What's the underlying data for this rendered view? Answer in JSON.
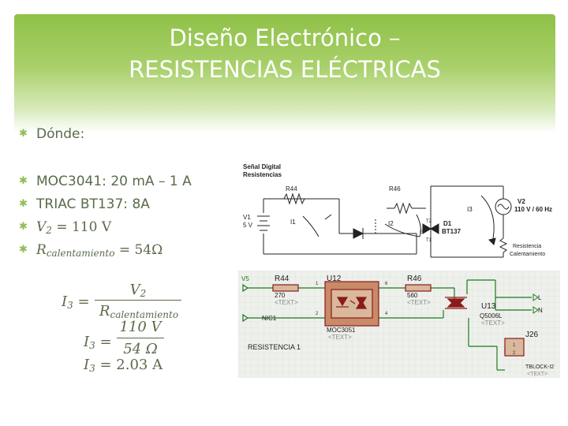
{
  "slide": {
    "title_line1": "Diseño Electrónico –",
    "title_line2": "RESISTENCIAS ELÉCTRICAS",
    "donde": "Dónde:",
    "bullets": [
      {
        "text": "MOC3041: 20 mA – 1 A"
      },
      {
        "text": "TRIAC BT137: 8A"
      },
      {
        "text_var": "V",
        "text_sub": "2",
        "text_rest": " = 110 V"
      },
      {
        "text_var": "R",
        "text_sub": "calentamiento",
        "text_rest": " = 54Ω"
      }
    ],
    "equations": {
      "e1_lhs": "I",
      "e1_lhs_sub": "3",
      "e1_eq": "=",
      "e1_num": "V",
      "e1_num_sub": "2",
      "e1_den": "R",
      "e1_den_sub": "calentamiento",
      "e2_lhs": "I",
      "e2_lhs_sub": "3",
      "e2_eq": "=",
      "e2_num": "110 V",
      "e2_den": "54 Ω",
      "e3_lhs": "I",
      "e3_lhs_sub": "3",
      "e3_rest": " = 2.03 A"
    }
  },
  "schematic_top": {
    "label_line1": "Señal Digital",
    "label_line2": "Resistencias",
    "r44": "R44",
    "r46": "R46",
    "v1": "V1",
    "v1_val": "5 V",
    "i1": "I1",
    "i2": "I2",
    "i3": "I3",
    "v2": "V2",
    "v2_val": "110 V / 60 Hz",
    "d1": "D1",
    "d1_val": "BT137",
    "t1": "T1",
    "t2": "T2",
    "g": "G",
    "res_line1": "Resistencia",
    "res_line2": "Calentamiento"
  },
  "schematic_bottom": {
    "v5": "V5",
    "r44": "R44",
    "r44_val": "270",
    "text_ph": "<TEXT>",
    "u12": "U12",
    "u12_part": "MOC3051",
    "r46": "R46",
    "r46_val": "560",
    "u13": "U13",
    "u13_part": "Q5006L",
    "nic1": "NIC1",
    "pin1": "1",
    "pin2": "2",
    "pin4": "4",
    "pin6": "6",
    "l": "L",
    "n": "N",
    "j26": "J26",
    "j26_part": "TBLOCK-I2",
    "res1": "RESISTENCIA 1"
  },
  "colors": {
    "header_green": "#8fc147",
    "body_text": "#5a6a4a",
    "grid_bg": "#eef0ec",
    "wire_green": "#1b7a1b",
    "component_red": "#8b1a1a"
  }
}
